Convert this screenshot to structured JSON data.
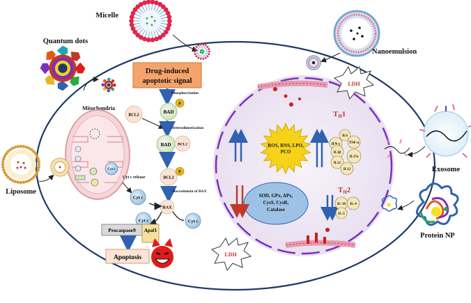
{
  "labels": {
    "micelle": "Micelle",
    "quantum_dots": "Quantum dots",
    "nanoemulsion": "Nanoemulsion",
    "liposome": "Liposome",
    "exosome": "Exosome",
    "protein_np": "Protein NP",
    "mitochondria": "Mitochondria"
  },
  "pathway": {
    "signal_title_line1": "Drug-induced",
    "signal_title_line2": "apoptotic signal",
    "phosphorylation": "Phosphorylation",
    "heterodimerization": "Heterodimerization",
    "recruitment": "Recruitment of BAX",
    "cyt_c_release": "Cyt c release",
    "bad": "BAD",
    "p": "P",
    "bcl2": "BCL2",
    "bax": "BAX",
    "cyt_c": "Cyt c",
    "procaspase9": "Procaspase9",
    "apaf1": "Apaf1",
    "apoptosis": "Apoptosis"
  },
  "nucleus": {
    "ros_line1": "ROS, RNS, LPO,",
    "ros_line2": "PCO",
    "antiox_line1": "SOD, GPx, APx,",
    "antiox_line2": "CysS, CysR,",
    "antiox_line3": "Catalase",
    "th1_main": "T",
    "th1_sub": "H",
    "th1_num": "1",
    "th2_num": "2",
    "cytokines_th1": [
      "IFN-γ",
      "IL6",
      "TNF-α",
      "IL1β",
      "IL21",
      "IL17a",
      "IL12"
    ],
    "cytokines_th2": [
      "IL-10",
      "IL-4",
      "IL-5"
    ],
    "ldh": "LDH"
  },
  "colors": {
    "signal_box": "#f4a46a",
    "apoptosis_box": "#fbe4d5",
    "bad_circle": "#e3efd4",
    "cytc_circle": "#c5dcef",
    "p_circle": "#e5b622",
    "cell_border": "#1f3a68",
    "nucleus_fill": "#eee6f3",
    "nucleus_border": "#7b2fbe",
    "ros_star": "#f6d21a",
    "antiox_fill": "#9ec2e6",
    "cytokine_fill": "#f4e7b8",
    "th_text": "#c0392b",
    "arrow_blue": "#2f62b0",
    "arrow_red": "#c0392b"
  }
}
